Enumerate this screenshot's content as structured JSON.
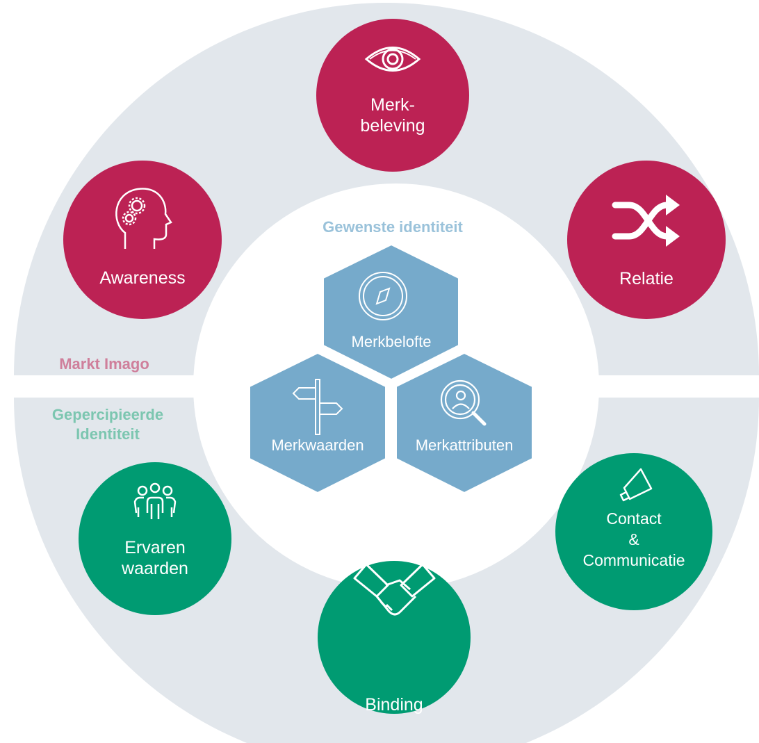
{
  "colors": {
    "ring": "#e2e7ec",
    "magenta": "#bc2254",
    "green": "#009b72",
    "hex_blue": "#76aacb",
    "title_blue": "#9ac2da",
    "title_pink": "#cf7f9b",
    "title_green": "#7cc6b0"
  },
  "titles": {
    "center": "Gewenste identiteit",
    "markt_imago": "Markt Imago",
    "gepercipieerde": "Gepercipieerde Identiteit"
  },
  "outer_circles": {
    "merkbeleving": {
      "line1": "Merk-",
      "line2": "beleving",
      "icon": "eye-icon"
    },
    "relatie": {
      "label": "Relatie",
      "icon": "shuffle-icon"
    },
    "awareness": {
      "label": "Awareness",
      "icon": "head-gears-icon"
    },
    "ervaren": {
      "line1": "Ervaren",
      "line2": "waarden",
      "icon": "people-group-icon"
    },
    "binding": {
      "label": "Binding",
      "icon": "handshake-icon"
    },
    "contact": {
      "line1": "Contact",
      "line2": "&",
      "line3": "Communicatie",
      "icon": "megaphone-icon"
    }
  },
  "hexagons": {
    "merkbelofte": {
      "label": "Merkbelofte",
      "icon": "compass-icon"
    },
    "merkwaarden": {
      "label": "Merkwaarden",
      "icon": "signpost-icon"
    },
    "merkattributen": {
      "label": "Merkattributen",
      "icon": "magnifier-person-icon"
    }
  }
}
